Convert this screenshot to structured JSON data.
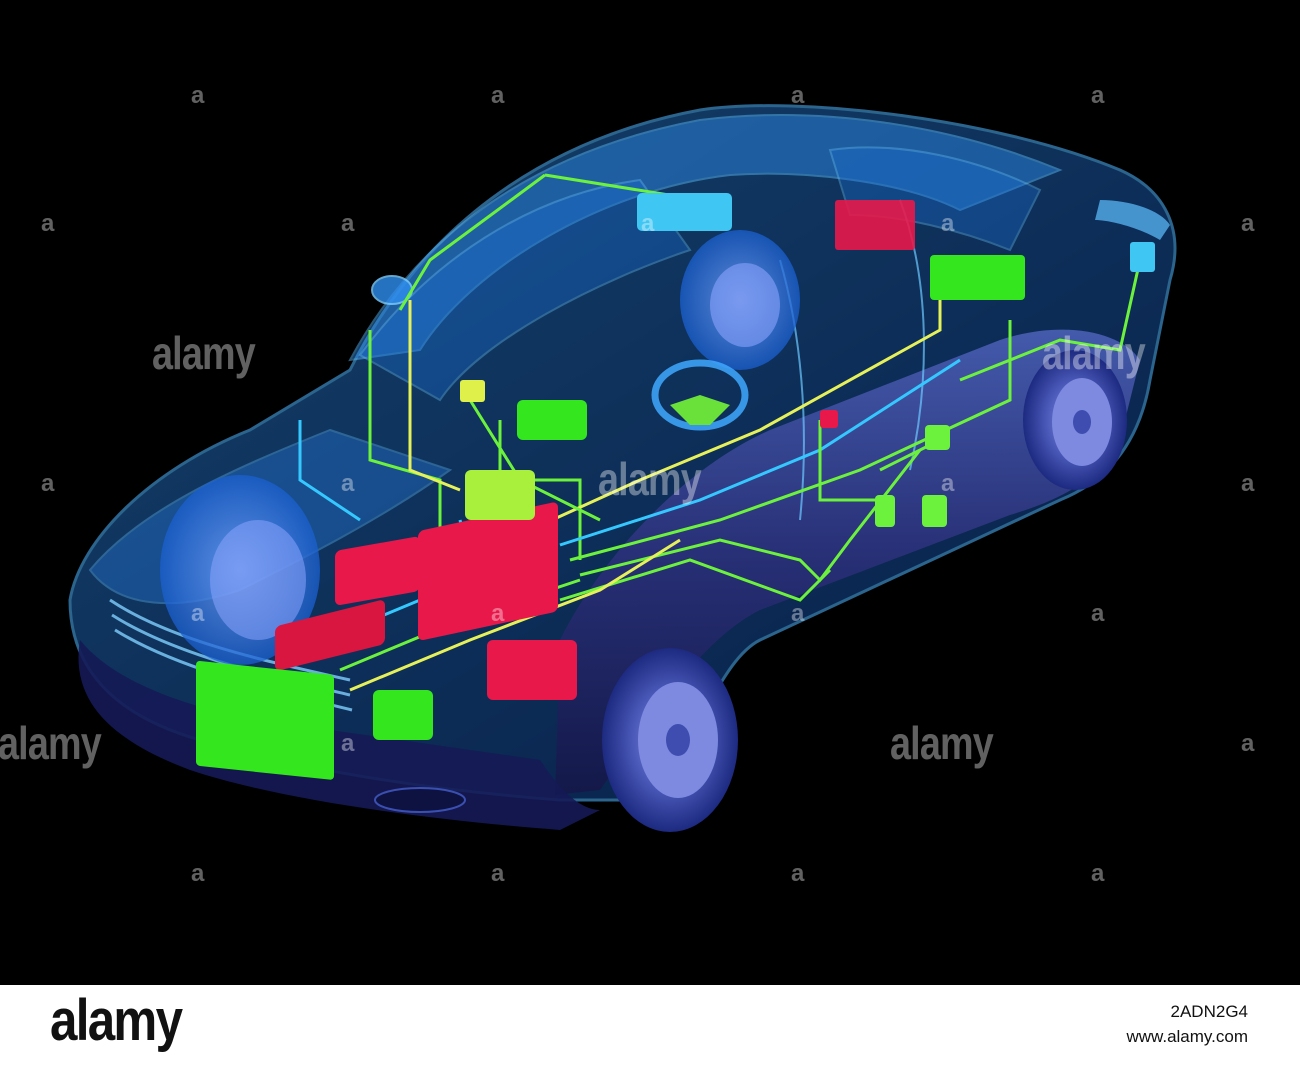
{
  "palette": {
    "background": "#000000",
    "body_blue": "#1d7fd6",
    "wire_green": "#6cf23c",
    "wire_yellow": "#e6f15a",
    "wire_cyan": "#35c8ff",
    "module_red": "#e8184a",
    "module_green": "#33e61e",
    "module_lime": "#a8f03c",
    "module_cyan": "#3fc6f2"
  },
  "watermark": {
    "word": "alamy",
    "mark": "a"
  },
  "footer": {
    "logo": "alamy",
    "image_id": "2ADN2G4",
    "url": "www.alamy.com"
  }
}
